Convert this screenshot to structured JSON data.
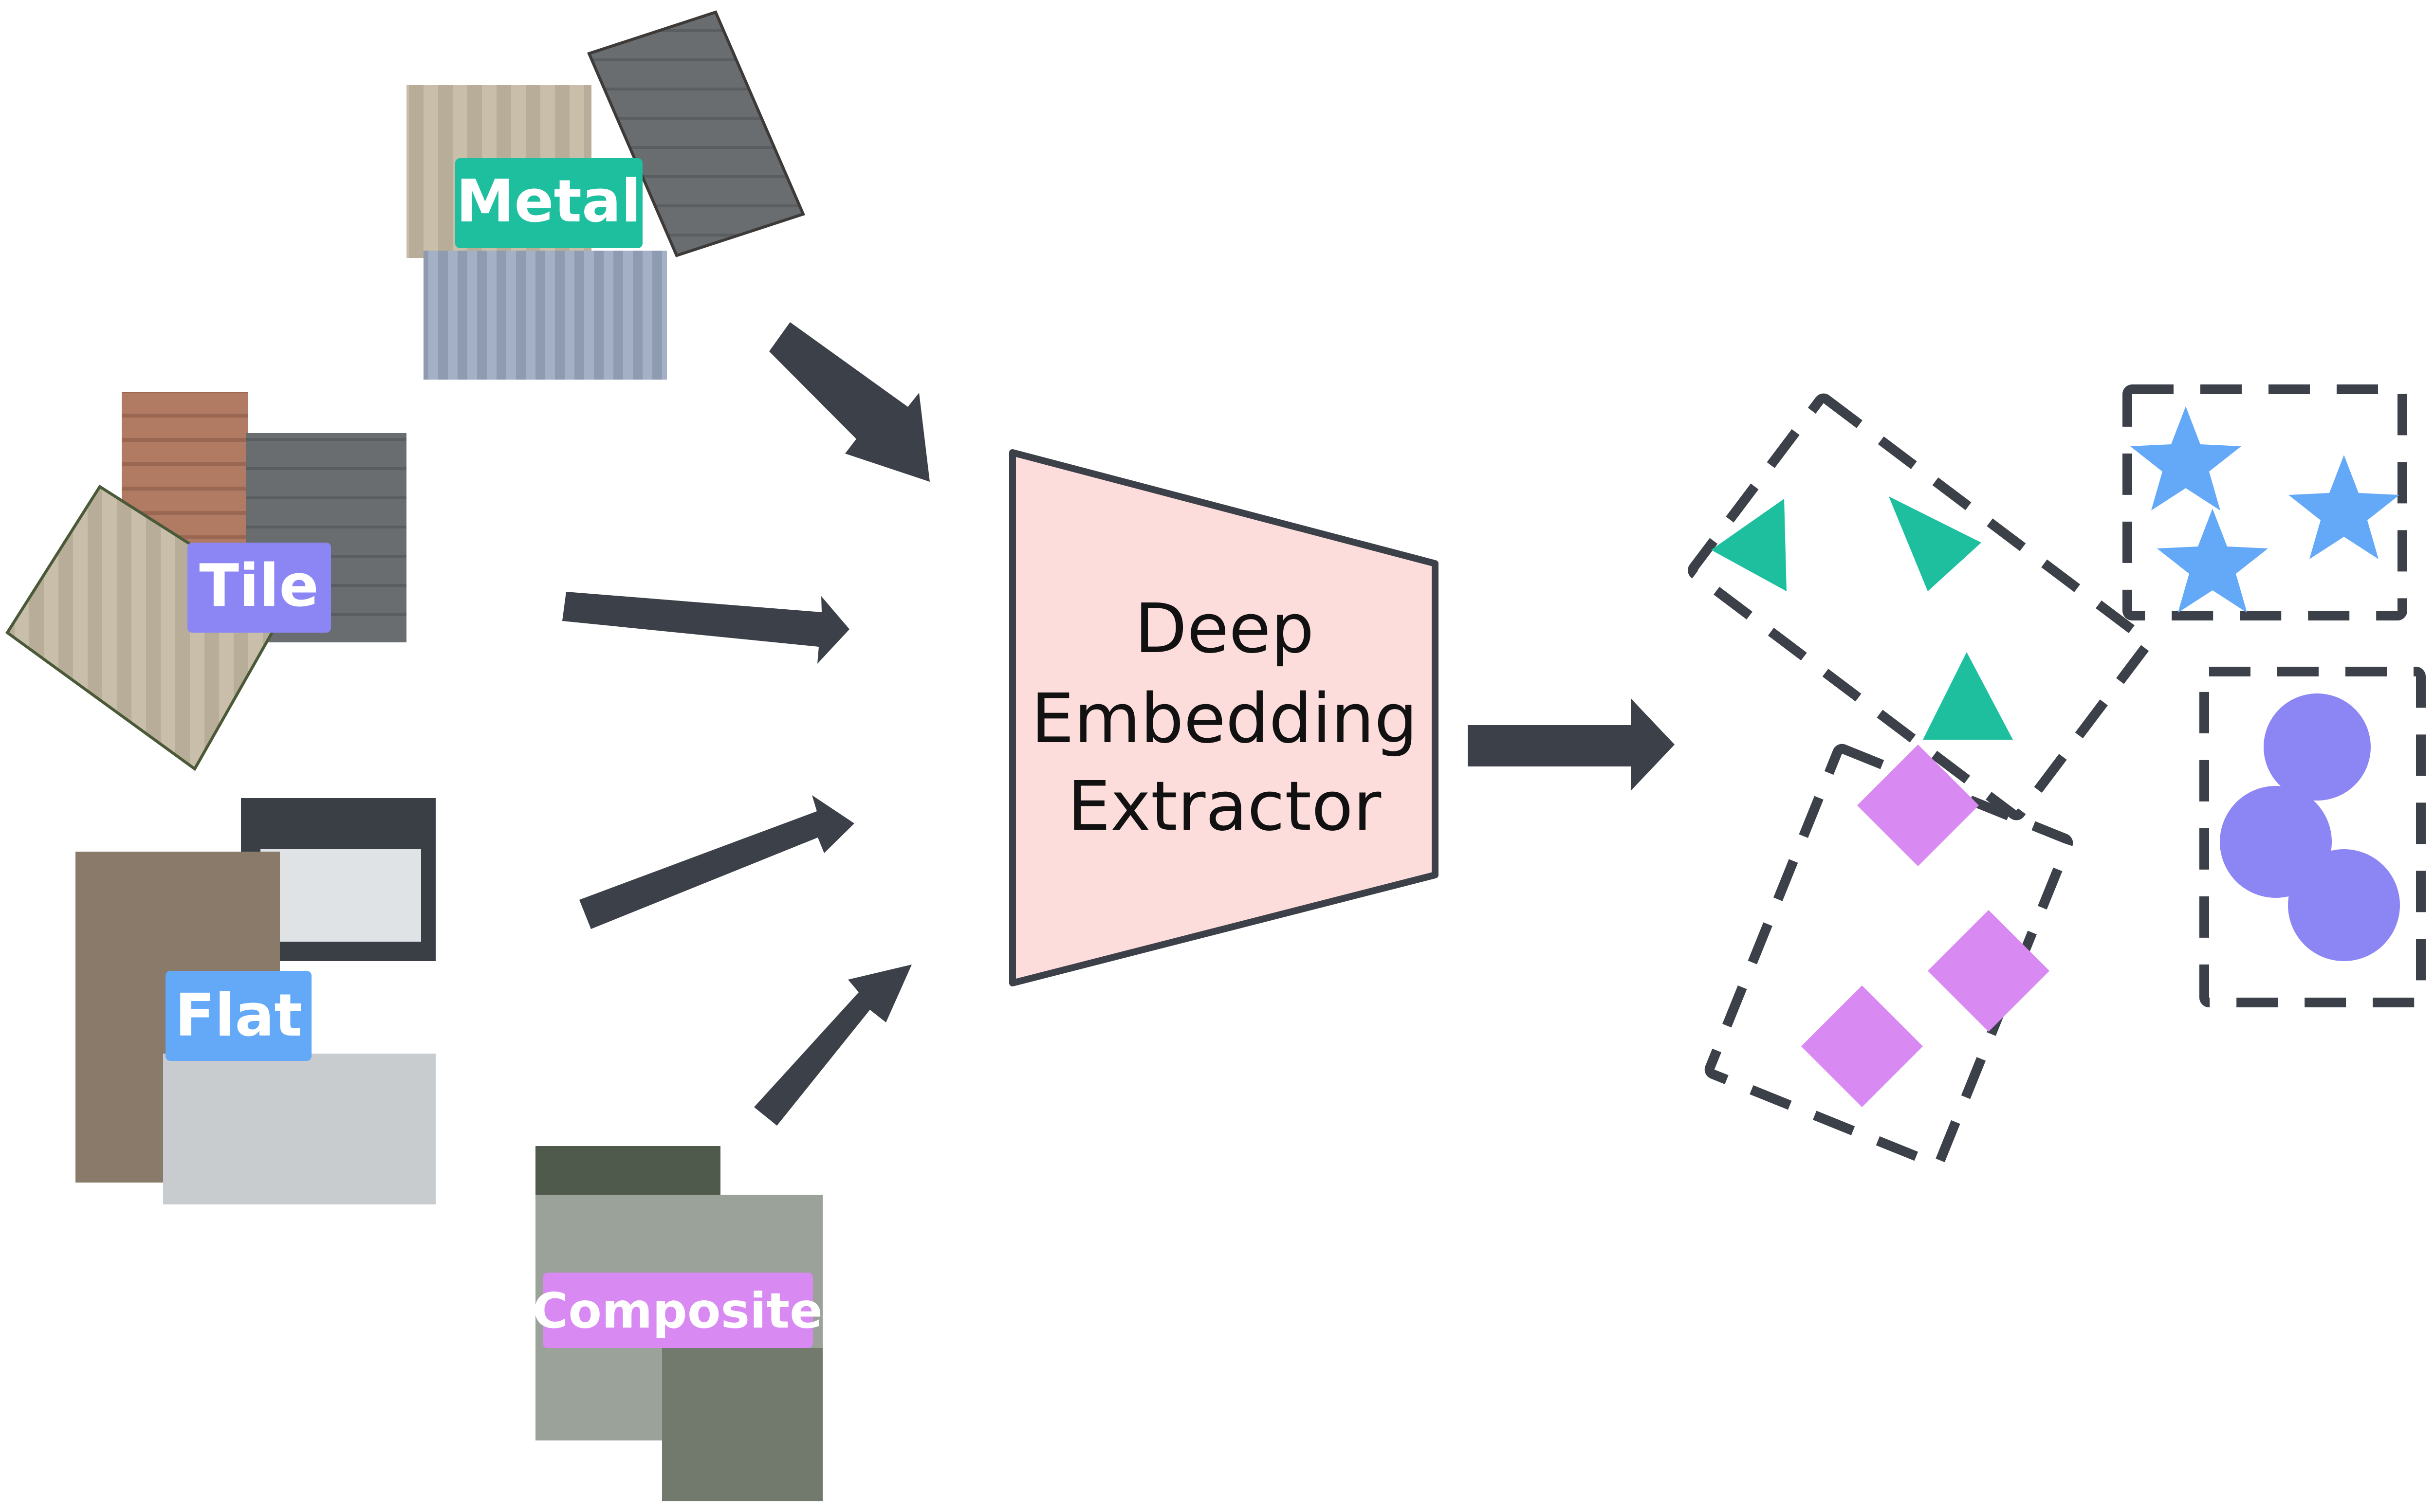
{
  "inputs": [
    {
      "id": "metal",
      "label": "Metal",
      "color": "#1dbf9f"
    },
    {
      "id": "tile",
      "label": "Tile",
      "color": "#8c86f5"
    },
    {
      "id": "flat",
      "label": "Flat",
      "color": "#63a9f7"
    },
    {
      "id": "composite",
      "label": "Composite",
      "color": "#d889f2"
    }
  ],
  "extractor": {
    "line1": "Deep",
    "line2": "Embedding",
    "line3": "Extractor",
    "fill": "#fddcdc",
    "stroke": "#3c4048"
  },
  "colors": {
    "arrow": "#3c4048",
    "dash": "#3c4048",
    "triangle": "#1dbf9f",
    "star": "#63a9f7",
    "circle": "#8c86f5",
    "diamond": "#d889f2"
  }
}
